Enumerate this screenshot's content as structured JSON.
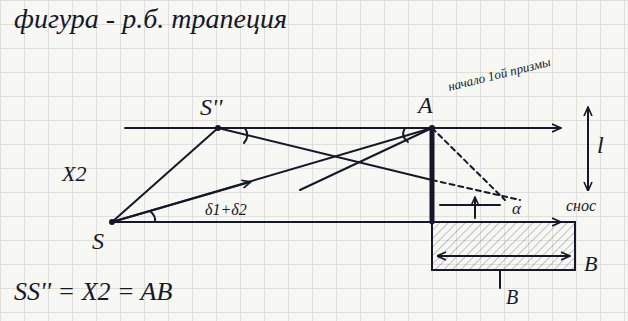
{
  "diagram": {
    "title": "фигура - р.б. трапеция",
    "labels": [
      "S''",
      "A",
      "начало 1ой призмы",
      "X2",
      "S",
      "δ1+δ2",
      "l",
      "снос",
      "α",
      "B",
      "B",
      "SS'' = X2 = AB"
    ]
  }
}
